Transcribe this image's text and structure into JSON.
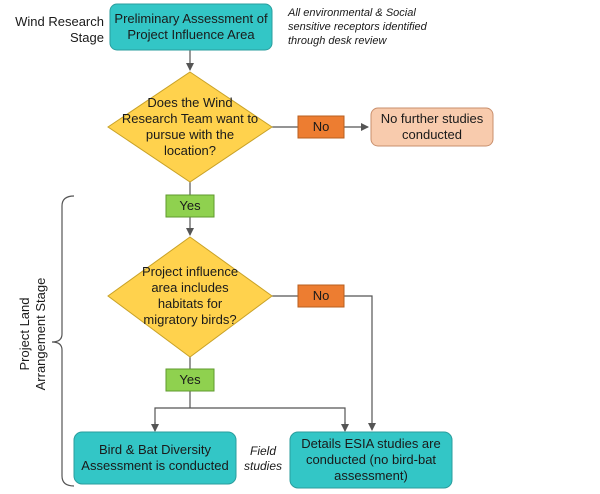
{
  "stages": {
    "wind_research": [
      "Wind Research",
      "Stage"
    ],
    "project_land": [
      "Project Land",
      "Arrangement Stage"
    ]
  },
  "nodes": {
    "preliminary": [
      "Preliminary Assessment of",
      "Project Influence Area"
    ],
    "decision_pursue": [
      "Does the Wind",
      "Research Team want to",
      "pursue with the",
      "location?"
    ],
    "no_further": [
      "No further studies",
      "conducted"
    ],
    "decision_habitat": [
      "Project influence",
      "area includes",
      "habitats for",
      "migratory birds?"
    ],
    "bird_bat": [
      "Bird & Bat Diversity",
      "Assessment is conducted"
    ],
    "details_esia": [
      "Details ESIA studies are",
      "conducted (no bird-bat",
      "assessment)"
    ]
  },
  "labels": {
    "no_1": "No",
    "yes_1": "Yes",
    "no_2": "No",
    "yes_2": "Yes"
  },
  "notes": {
    "desk_review": [
      "All environmental & Social",
      "sensitive receptors identified",
      "through desk review"
    ],
    "field_studies": [
      "Field",
      "studies"
    ]
  },
  "colors": {
    "teal": "#33c6c6",
    "yellow": "#ffd24d",
    "orange": "#ed7d31",
    "green": "#8fd14f",
    "peach": "#f8cbad",
    "line": "#555555"
  }
}
